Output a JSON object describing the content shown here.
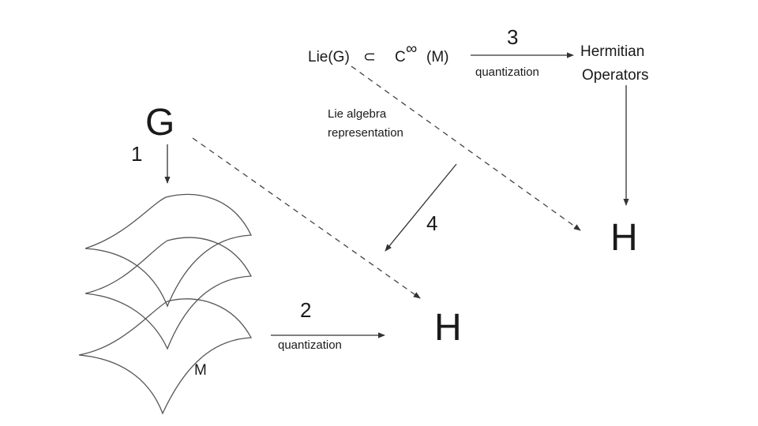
{
  "labels": {
    "group": "G",
    "hilbert_bottom": "H",
    "hilbert_right": "H",
    "manifold": "M",
    "arrow1": "1",
    "arrow2": "2",
    "arrow3": "3",
    "arrow4": "4",
    "lie_g": "Lie(G)",
    "subset": "⊂",
    "cinf_c": "C",
    "cinf_sup": "∞",
    "cinf_m": "(M)",
    "quantization_top": "quantization",
    "quantization_bottom": "quantization",
    "hermitian_line1": "Hermitian",
    "hermitian_line2": "Operators",
    "lie_rep_line1": "Lie algebra",
    "lie_rep_line2": "representation"
  },
  "colors": {
    "ink": "#1a1a1a",
    "stroke": "#333333"
  }
}
